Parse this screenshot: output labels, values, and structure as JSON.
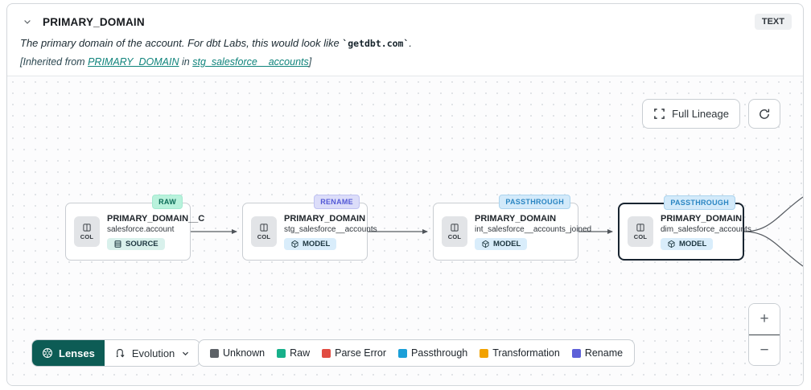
{
  "header": {
    "title": "PRIMARY_DOMAIN",
    "type_badge": "TEXT",
    "description": {
      "prefix": "The primary domain of the account. For dbt Labs, this would look like ",
      "code": "`getdbt.com`",
      "suffix": "."
    },
    "inherited": {
      "prefix": "[Inherited from ",
      "column_link": "PRIMARY_DOMAIN",
      "middle": " in ",
      "model_link": "stg_salesforce__accounts",
      "suffix": "]"
    }
  },
  "lineage_toolbar": {
    "full_lineage_label": "Full Lineage"
  },
  "nodes": [
    {
      "title": "PRIMARY_DOMAIN__C",
      "subtitle": "salesforce.account",
      "col_label": "COL",
      "resource_type": "SOURCE",
      "status": "RAW",
      "status_bg": "#b9f2dc",
      "status_color": "#0c6b57",
      "status_border": "#a3ead0"
    },
    {
      "title": "PRIMARY_DOMAIN",
      "subtitle": "stg_salesforce__accounts",
      "col_label": "COL",
      "resource_type": "MODEL",
      "status": "RENAME",
      "status_bg": "#dcddf9",
      "status_color": "#5359d6",
      "status_border": "#bfc2f2"
    },
    {
      "title": "PRIMARY_DOMAIN",
      "subtitle": "int_salesforce__accounts_joined",
      "col_label": "COL",
      "resource_type": "MODEL",
      "status": "PASSTHROUGH",
      "status_bg": "#d3eafa",
      "status_color": "#2b86c3",
      "status_border": "#abd4ef"
    },
    {
      "title": "PRIMARY_DOMAIN",
      "subtitle": "dim_salesforce_accounts",
      "col_label": "COL",
      "resource_type": "MODEL",
      "status": "PASSTHROUGH",
      "status_bg": "#d3eafa",
      "status_color": "#2b86c3",
      "status_border": "#abd4ef"
    }
  ],
  "lenses": {
    "button_label": "Lenses",
    "selected": "Evolution"
  },
  "legend": {
    "items": [
      {
        "label": "Unknown",
        "color": "#5c6166"
      },
      {
        "label": "Raw",
        "color": "#17b08a"
      },
      {
        "label": "Parse Error",
        "color": "#e14c42"
      },
      {
        "label": "Passthrough",
        "color": "#1b9fd8"
      },
      {
        "label": "Transformation",
        "color": "#f2a200"
      },
      {
        "label": "Rename",
        "color": "#5d60d8"
      }
    ]
  },
  "zoom_controls": {
    "zoom_in": "+",
    "zoom_out": "−"
  }
}
